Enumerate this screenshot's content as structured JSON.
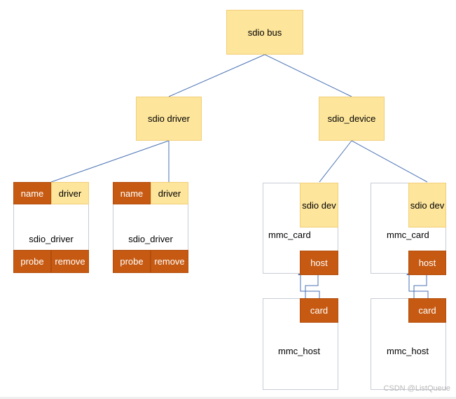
{
  "bus": {
    "label": "sdio bus"
  },
  "driver": {
    "label": "sdio driver"
  },
  "device": {
    "label": "sdio_device"
  },
  "driver_structs": [
    {
      "name": "name",
      "driver": "driver",
      "title": "sdio_driver",
      "probe": "probe",
      "remove": "remove"
    },
    {
      "name": "name",
      "driver": "driver",
      "title": "sdio_driver",
      "probe": "probe",
      "remove": "remove"
    }
  ],
  "card_structs": [
    {
      "dev": "sdio dev",
      "title": "mmc_card",
      "host": "host"
    },
    {
      "dev": "sdio dev",
      "title": "mmc_card",
      "host": "host"
    }
  ],
  "host_structs": [
    {
      "card": "card",
      "title": "mmc_host"
    },
    {
      "card": "card",
      "title": "mmc_host"
    }
  ],
  "colors": {
    "yellow": "#fde59b",
    "orange": "#c65a12",
    "line": "#4a72b4"
  },
  "watermark": "CSDN @ListQueue"
}
